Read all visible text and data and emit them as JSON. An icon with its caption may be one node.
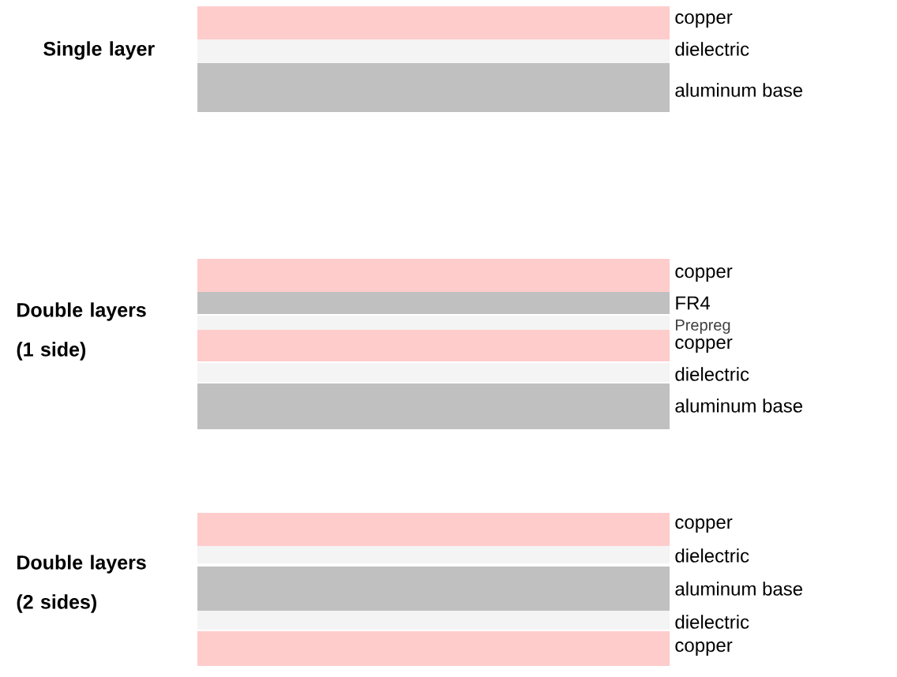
{
  "diagram": {
    "nodes": [
      {
        "text": [],
        "shape": "bar",
        "beside": [
          "copper"
        ]
      },
      {
        "text": [],
        "shape": "bar",
        "beside": [
          "dielectric"
        ]
      },
      {
        "text": [],
        "shape": "bar",
        "beside": [
          "aluminum base"
        ]
      },
      {
        "text": [],
        "shape": "bar",
        "beside": [
          "copper"
        ]
      },
      {
        "text": [],
        "shape": "bar",
        "beside": [
          "FR4"
        ]
      },
      {
        "text": [],
        "shape": "bar",
        "beside": [
          "Prepreg"
        ]
      },
      {
        "text": [],
        "shape": "bar",
        "beside": [
          "copper"
        ]
      },
      {
        "text": [],
        "shape": "bar",
        "beside": [
          "dielectric"
        ]
      },
      {
        "text": [],
        "shape": "bar",
        "beside": [
          "aluminum base"
        ]
      },
      {
        "text": [],
        "shape": "bar",
        "beside": [
          "copper"
        ]
      },
      {
        "text": [],
        "shape": "bar",
        "beside": [
          "dielectric"
        ]
      },
      {
        "text": [],
        "shape": "bar",
        "beside": [
          "aluminum base"
        ]
      },
      {
        "text": [],
        "shape": "bar",
        "beside": [
          "dielectric"
        ]
      },
      {
        "text": [],
        "shape": "bar",
        "beside": [
          "copper"
        ]
      }
    ],
    "labels": [
      "Single layer",
      "Double layers (1 side)",
      "Double layers (2 sides)"
    ]
  }
}
